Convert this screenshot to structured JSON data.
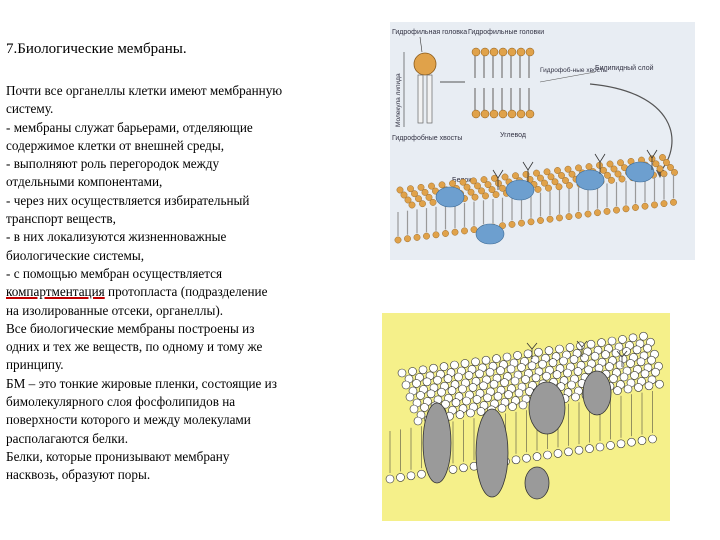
{
  "slide": {
    "title": "7.Биологические мембраны.",
    "lines": [
      "Почти все органеллы клетки имеют мембранную",
      "систему.",
      "- мембраны служат барьерами, отделяющие",
      "содержимое клетки от внешней среды,",
      "- выполняют роль перегородок между",
      "отдельными компонентами,",
      "- через них осуществляется избирательный",
      "транспорт веществ,",
      "- в них локализуются жизненноважные",
      "биологические системы,",
      "- с помощью мембран осуществляется"
    ],
    "line_comp": {
      "underlined": "компартментация",
      "rest": " протопласта (подразделение"
    },
    "lines_after": [
      "на изолированные отсеки, органеллы).",
      "Все биологические мембраны построены из",
      "одних и тех же веществ, по одному и тому же",
      "принципу.",
      "БМ – это тонкие жировые пленки, состоящие из",
      "бимолекулярного слоя фосфолипидов на",
      "поверхности которого и между молекулами",
      "располагаются белки.",
      "Белки, которые пронизывают мембрану",
      "насквозь, образуют поры."
    ]
  },
  "diagram_top": {
    "labels": {
      "hydrophilic_head": "Гидрофильная головка",
      "hydrophilic_heads": "Гидрофильные головки",
      "lipid_molecule": "Молекула липида",
      "hydrophobic_tails": "Гидрофоб-ные хвосты",
      "bilipid_layer": "Билипидный слой",
      "carbohydrate": "Углевод",
      "hydrophobic_tails2": "Гидрофобные хвосты",
      "protein": "Белок"
    },
    "colors": {
      "head": "#e0a24a",
      "protein": "#6d9fcf",
      "bg": "#e8edf3",
      "tail": "#f2f2f2"
    }
  },
  "diagram_bottom": {
    "colors": {
      "bg": "#f5f08a",
      "bead": "#ffffff",
      "outline": "#333333"
    }
  }
}
